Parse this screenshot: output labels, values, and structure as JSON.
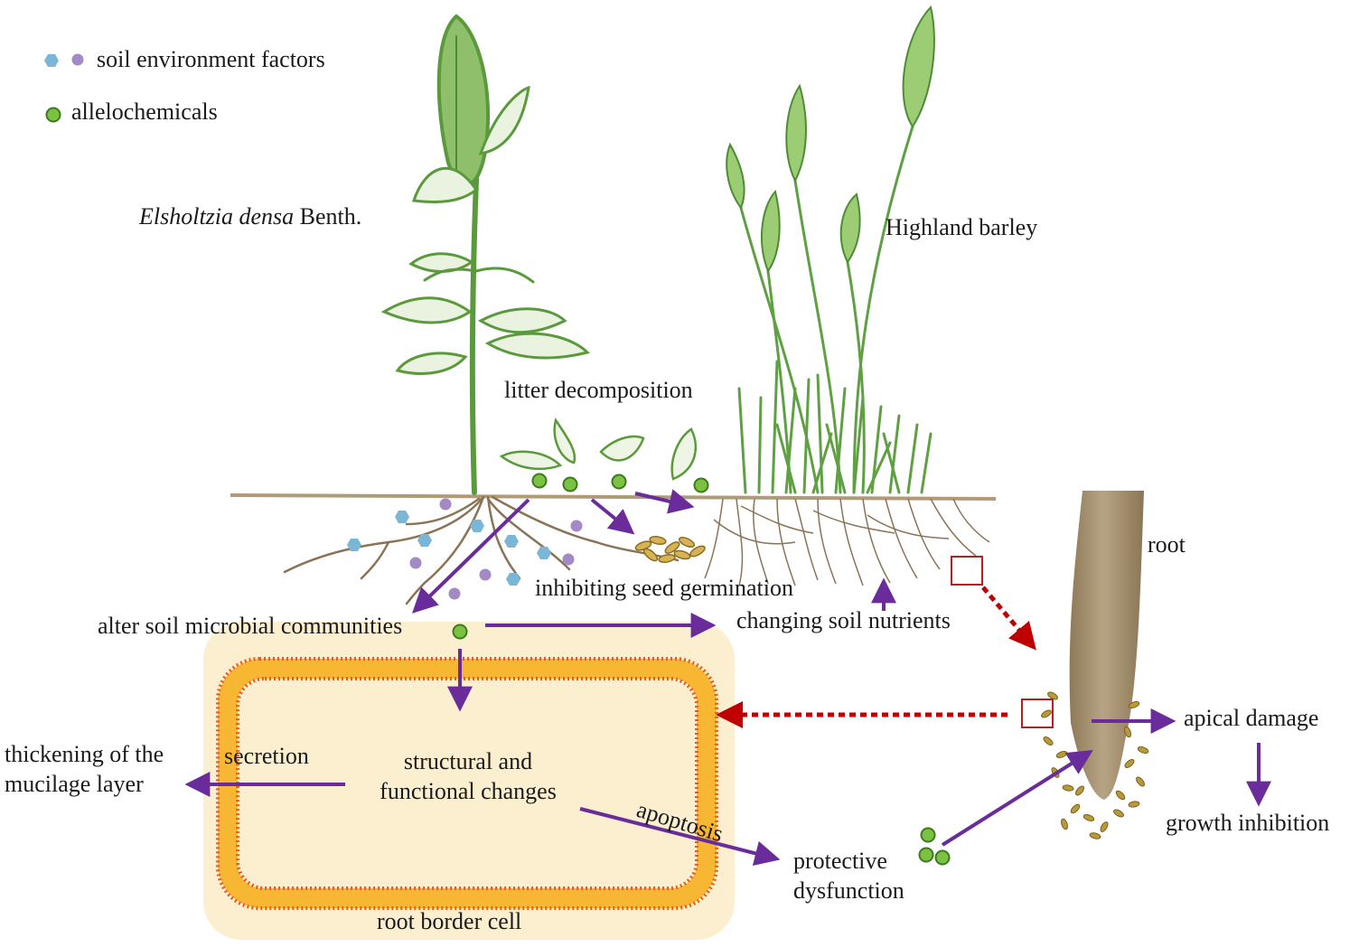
{
  "legend": {
    "soil_env": "soil environment factors",
    "allelo": "allelochemicals"
  },
  "plants": {
    "elsholtzia_genus_species": "Elsholtzia densa",
    "elsholtzia_author": "Benth.",
    "barley": "Highland barley"
  },
  "labels": {
    "litter": "litter decomposition",
    "seed": "inhibiting seed germination",
    "microbial": "alter soil microbial communities",
    "nutrients": "changing soil nutrients",
    "root": "root",
    "apical": "apical damage",
    "growth": "growth inhibition",
    "structural_1": "structural and",
    "structural_2": "functional changes",
    "secretion": "secretion",
    "thickening_1": "thickening of the",
    "thickening_2": "mucilage layer",
    "apoptosis": "apoptosis",
    "protective_1": "protective",
    "protective_2": "dysfunction",
    "border_cell": "root border cell"
  },
  "colors": {
    "plant_green": "#5a9a3c",
    "allelo_green": "#7cc242",
    "hex_blue": "#7ab6d6",
    "dot_purple": "#a38ac4",
    "arrow_purple": "#6a2c9a",
    "dashed_red": "#c00000",
    "cell_bg": "#fcefcf",
    "membrane": "#f2a21e",
    "soil_line": "#b09a78",
    "root_brown": "#a89474"
  },
  "icons": {
    "hexagon": "hexagon-icon",
    "purple_dot": "purple-dot-icon",
    "green_dot": "green-dot-icon"
  }
}
